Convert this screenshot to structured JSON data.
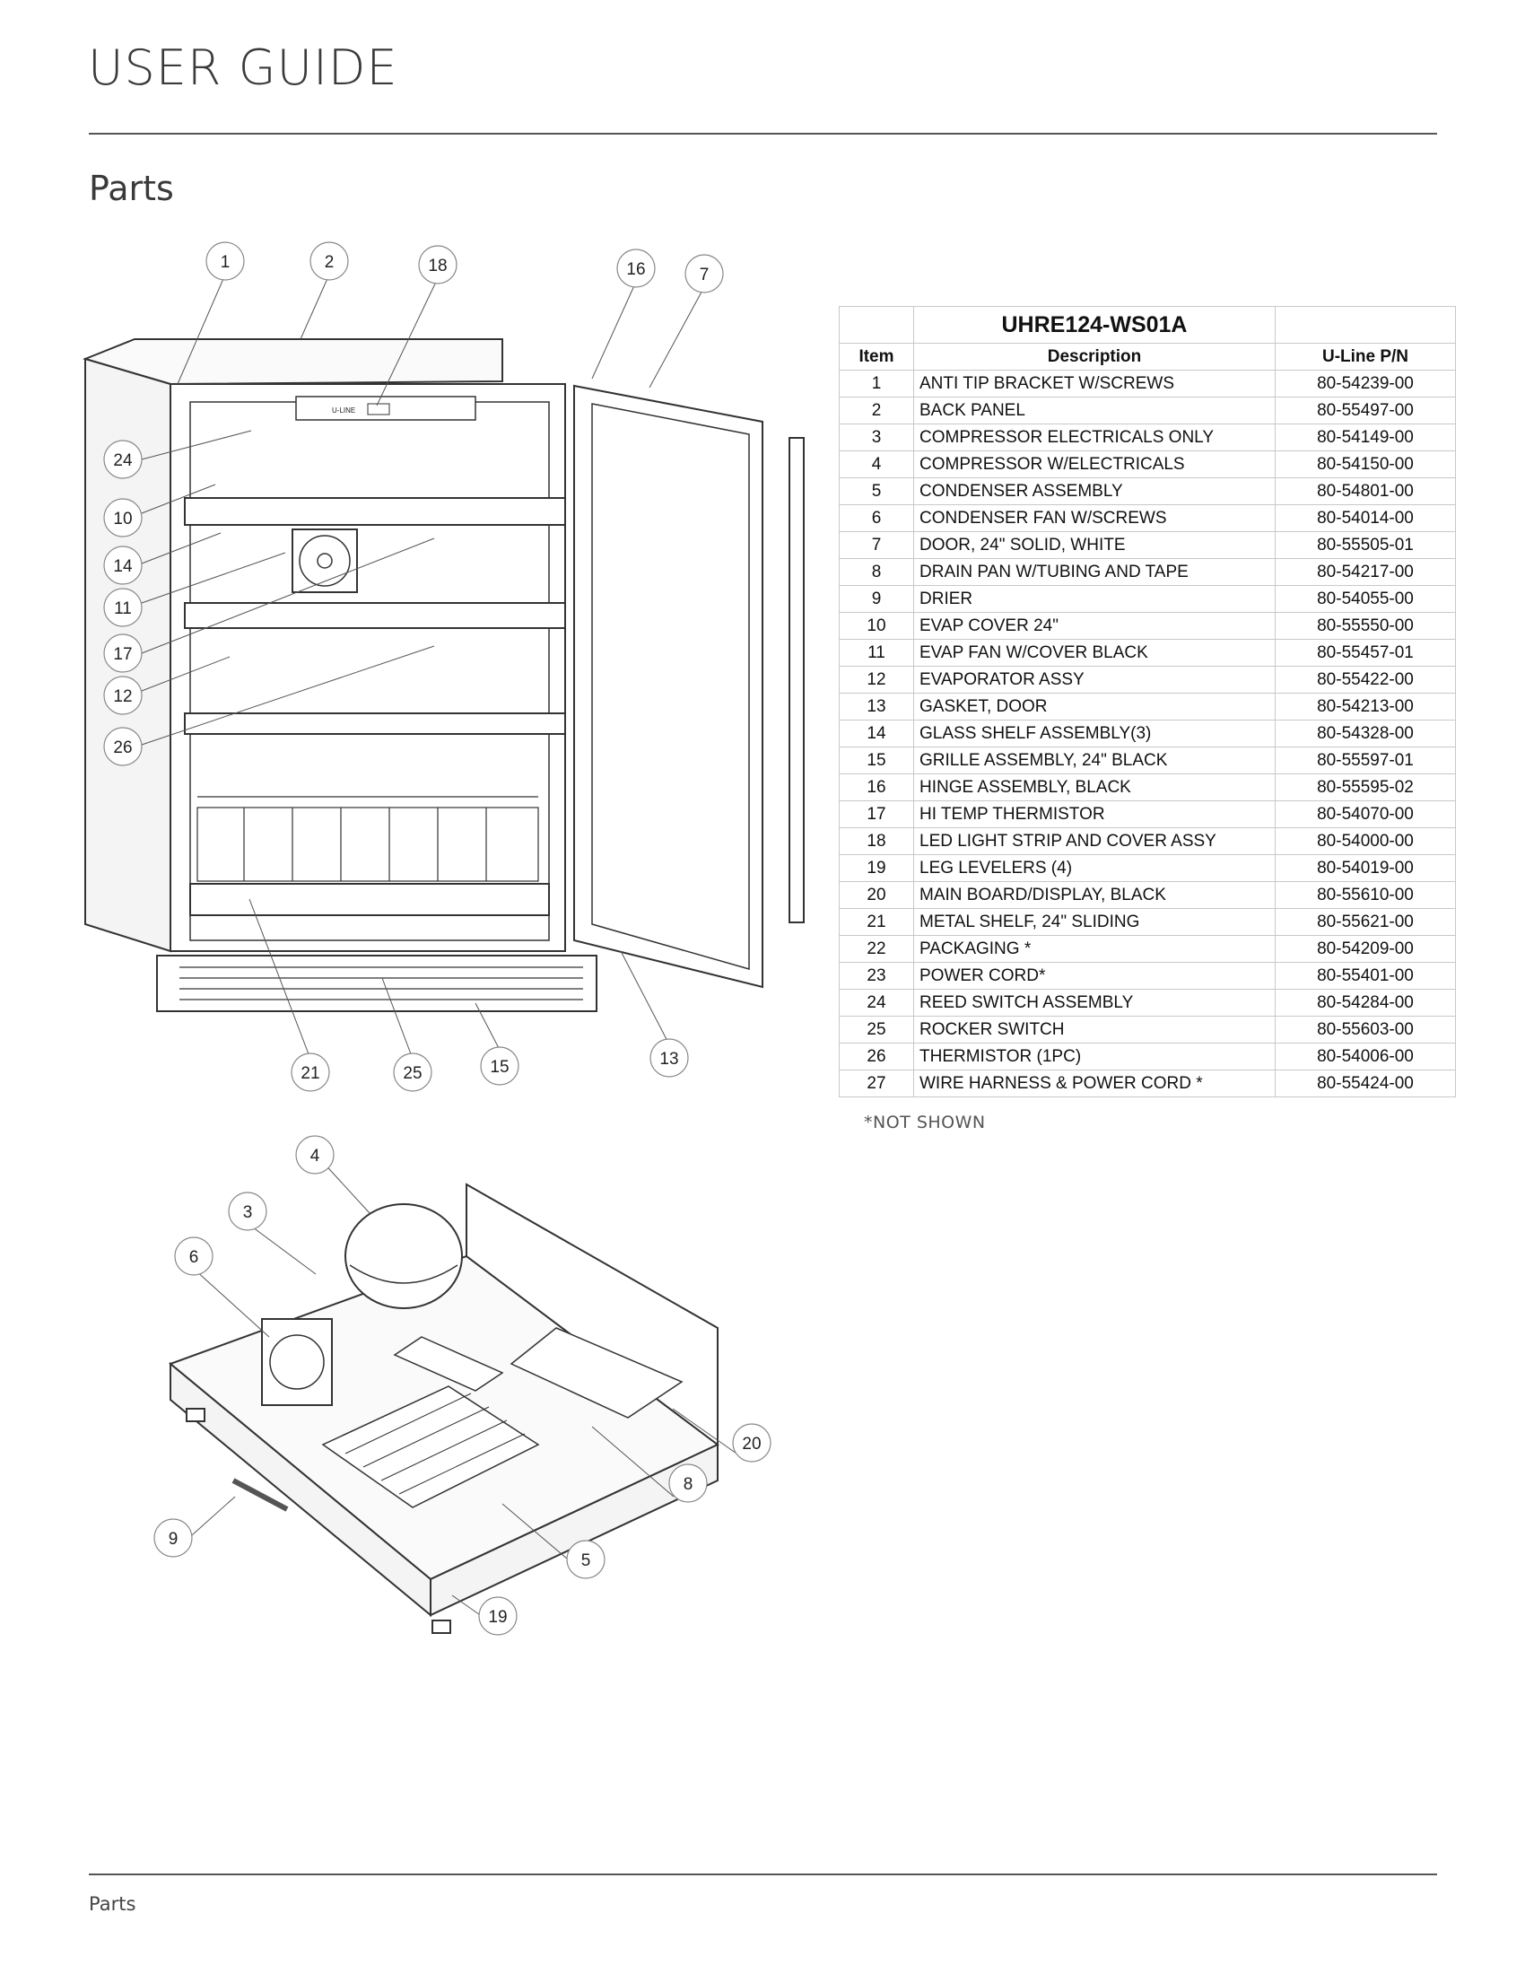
{
  "header": {
    "title": "USER GUIDE"
  },
  "section": {
    "title": "Parts"
  },
  "footer": {
    "label": "Parts"
  },
  "note": "*NOT SHOWN",
  "panel_logo": "U-LINE",
  "table": {
    "model": "UHRE124-WS01A",
    "columns": [
      "Item",
      "Description",
      "U-Line P/N"
    ],
    "rows": [
      [
        "1",
        "ANTI TIP BRACKET W/SCREWS",
        "80-54239-00"
      ],
      [
        "2",
        "BACK PANEL",
        "80-55497-00"
      ],
      [
        "3",
        "COMPRESSOR ELECTRICALS ONLY",
        "80-54149-00"
      ],
      [
        "4",
        "COMPRESSOR W/ELECTRICALS",
        "80-54150-00"
      ],
      [
        "5",
        "CONDENSER ASSEMBLY",
        "80-54801-00"
      ],
      [
        "6",
        "CONDENSER FAN W/SCREWS",
        "80-54014-00"
      ],
      [
        "7",
        "DOOR, 24\" SOLID, WHITE",
        "80-55505-01"
      ],
      [
        "8",
        "DRAIN PAN W/TUBING AND TAPE",
        "80-54217-00"
      ],
      [
        "9",
        "DRIER",
        "80-54055-00"
      ],
      [
        "10",
        "EVAP COVER 24\"",
        "80-55550-00"
      ],
      [
        "11",
        "EVAP FAN W/COVER BLACK",
        "80-55457-01"
      ],
      [
        "12",
        "EVAPORATOR ASSY",
        "80-55422-00"
      ],
      [
        "13",
        "GASKET, DOOR",
        "80-54213-00"
      ],
      [
        "14",
        "GLASS SHELF ASSEMBLY(3)",
        "80-54328-00"
      ],
      [
        "15",
        "GRILLE ASSEMBLY, 24\" BLACK",
        "80-55597-01"
      ],
      [
        "16",
        "HINGE ASSEMBLY, BLACK",
        "80-55595-02"
      ],
      [
        "17",
        "HI TEMP THERMISTOR",
        "80-54070-00"
      ],
      [
        "18",
        "LED LIGHT STRIP AND COVER ASSY",
        "80-54000-00"
      ],
      [
        "19",
        "LEG LEVELERS (4)",
        "80-54019-00"
      ],
      [
        "20",
        "MAIN BOARD/DISPLAY, BLACK",
        "80-55610-00"
      ],
      [
        "21",
        "METAL SHELF, 24\" SLIDING",
        "80-55621-00"
      ],
      [
        "22",
        "PACKAGING *",
        "80-54209-00"
      ],
      [
        "23",
        "POWER CORD*",
        "80-55401-00"
      ],
      [
        "24",
        "REED SWITCH ASSEMBLY",
        "80-54284-00"
      ],
      [
        "25",
        "ROCKER SWITCH",
        "80-55603-00"
      ],
      [
        "26",
        "THERMISTOR (1PC)",
        "80-54006-00"
      ],
      [
        "27",
        "WIRE HARNESS & POWER CORD *",
        "80-55424-00"
      ]
    ]
  },
  "diagram_callouts": {
    "fridge": [
      "1",
      "2",
      "18",
      "16",
      "7",
      "24",
      "10",
      "14",
      "11",
      "17",
      "12",
      "26",
      "21",
      "25",
      "15",
      "13"
    ],
    "base": [
      "4",
      "3",
      "6",
      "20",
      "8",
      "9",
      "5",
      "19"
    ]
  }
}
